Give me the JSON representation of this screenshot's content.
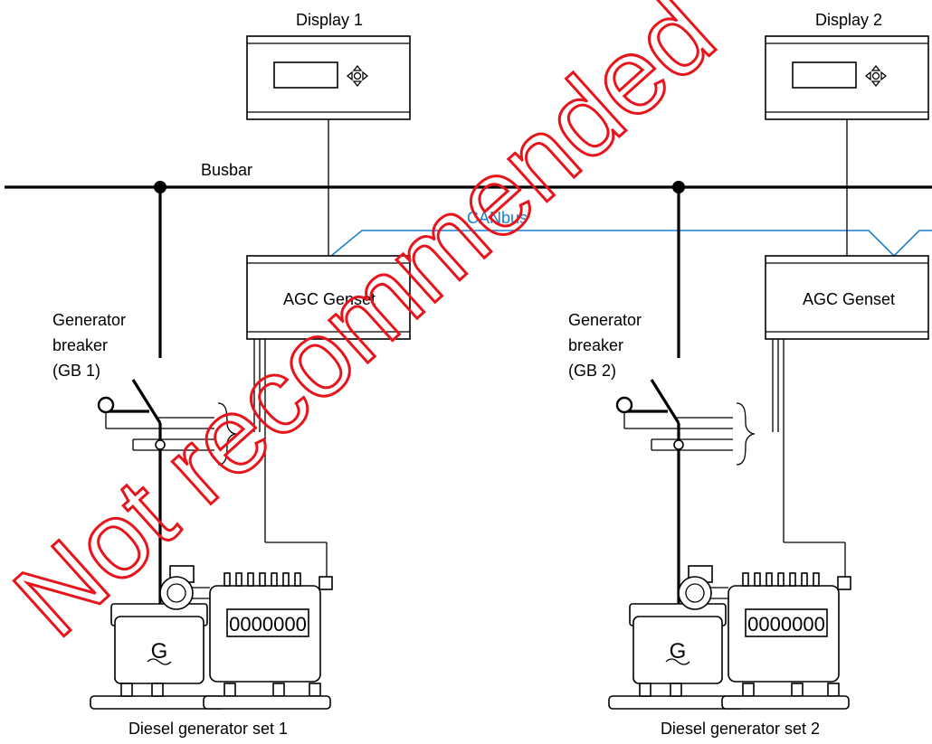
{
  "colors": {
    "canbus": "#1a7fd4",
    "watermark": "#e8141c",
    "line": "#000000"
  },
  "labels": {
    "busbar": "Busbar",
    "canbus": "CANbus",
    "watermark": "Not recommended"
  },
  "units": [
    {
      "display": "Display 1",
      "controller": "AGC Genset",
      "breaker_lines": [
        "Generator",
        "breaker",
        "(GB 1)"
      ],
      "generator_symbol": "G",
      "engine_label": "0000000",
      "genset": "Diesel generator set 1"
    },
    {
      "display": "Display 2",
      "controller": "AGC Genset",
      "breaker_lines": [
        "Generator",
        "breaker",
        "(GB 2)"
      ],
      "generator_symbol": "G",
      "engine_label": "0000000",
      "genset": "Diesel generator set 2"
    }
  ]
}
